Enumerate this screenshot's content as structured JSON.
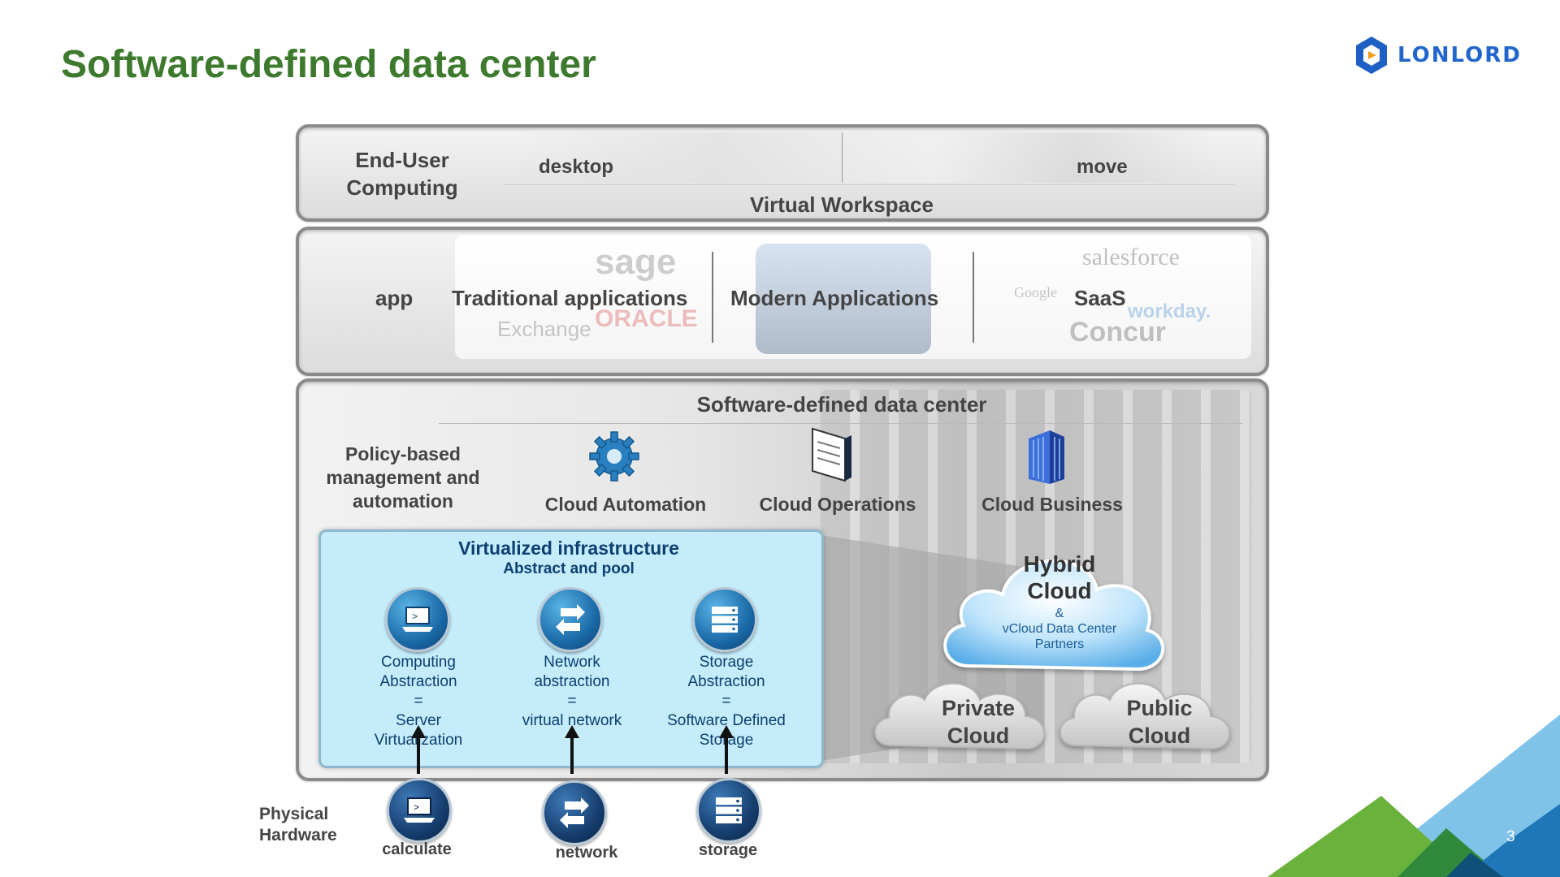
{
  "header": {
    "title": "Software-defined data center",
    "logo_text": "LONLORD"
  },
  "end_user": {
    "label_line1": "End-User",
    "label_line2": "Computing",
    "desktop": "desktop",
    "move": "move",
    "workspace": "Virtual Workspace"
  },
  "apps": {
    "label": "app",
    "traditional": "Traditional applications",
    "modern": "Modern Applications",
    "saas": "SaaS",
    "logos": {
      "sage": "sage",
      "exchange": "Exchange",
      "oracle": "ORACLE",
      "salesforce": "salesforce",
      "google": "Google",
      "workday": "workday.",
      "concur": "Concur"
    }
  },
  "sddc": {
    "title": "Software-defined data center",
    "policy_line1": "Policy-based",
    "policy_line2": "management and",
    "policy_line3": "automation",
    "automation": "Cloud Automation",
    "operations": "Cloud Operations",
    "business": "Cloud Business",
    "virt_title": "Virtualized infrastructure",
    "virt_sub": "Abstract and pool",
    "compute_lines": [
      "Computing",
      "Abstraction",
      "=",
      "Server",
      "Virtualization"
    ],
    "network_lines": [
      "Network",
      "abstraction",
      "=",
      "virtual network"
    ],
    "storage_lines": [
      "Storage",
      "Abstraction",
      "=",
      "Software Defined",
      "Storage"
    ],
    "hybrid_line1": "Hybrid",
    "hybrid_line2": "Cloud",
    "hybrid_amp": "&",
    "hybrid_sub1": "vCloud Data Center",
    "hybrid_sub2": "Partners",
    "private_line1": "Private",
    "private_line2": "Cloud",
    "public_line1": "Public",
    "public_line2": "Cloud"
  },
  "hardware": {
    "label_line1": "Physical",
    "label_line2": "Hardware",
    "calculate": "calculate",
    "network": "network",
    "storage": "storage"
  },
  "page_number": "3",
  "colors": {
    "title_green": "#3d7a2e",
    "logo_blue": "#2266cc",
    "virt_bg": "#c4ecfb",
    "virt_title": "#0d3f70"
  }
}
